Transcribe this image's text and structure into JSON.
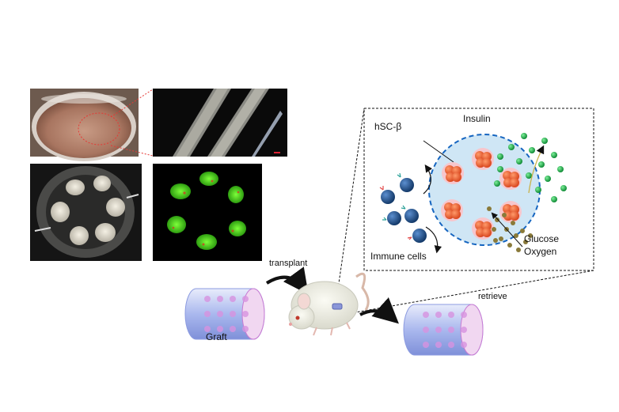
{
  "labels": {
    "cell": "hSC-β",
    "insulin": "Insulin",
    "immune": "Immune cells",
    "glucose": "Glucose",
    "oxygen": "Oxygen",
    "transplant": "transplant",
    "graft": "Graft",
    "retrieve": "retrieve"
  },
  "colors": {
    "insulin_dot": "#1db954",
    "immune_cell": "#1f4f8a",
    "beta_cell": "#f25a22",
    "capsule_zone": "#cfe6f5",
    "dashed_ring": "#1565c0",
    "nutrient_dot": "#8a7a3a",
    "arrow": "#111111"
  }
}
